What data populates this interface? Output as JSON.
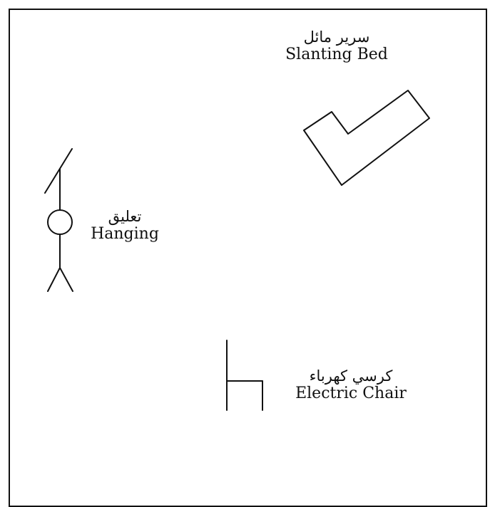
{
  "items": [
    {
      "id": "slanting-bed",
      "arabic": "سرير مائل",
      "english": "Slanting Bed",
      "icon": "slanting-bed-icon"
    },
    {
      "id": "hanging",
      "arabic": "تعليق",
      "english": "Hanging",
      "icon": "hanging-figure-icon"
    },
    {
      "id": "electric-chair",
      "arabic": "كرسي كهرباء",
      "english": "Electric Chair",
      "icon": "electric-chair-icon"
    }
  ],
  "colors": {
    "stroke": "#111111",
    "background": "#ffffff"
  }
}
